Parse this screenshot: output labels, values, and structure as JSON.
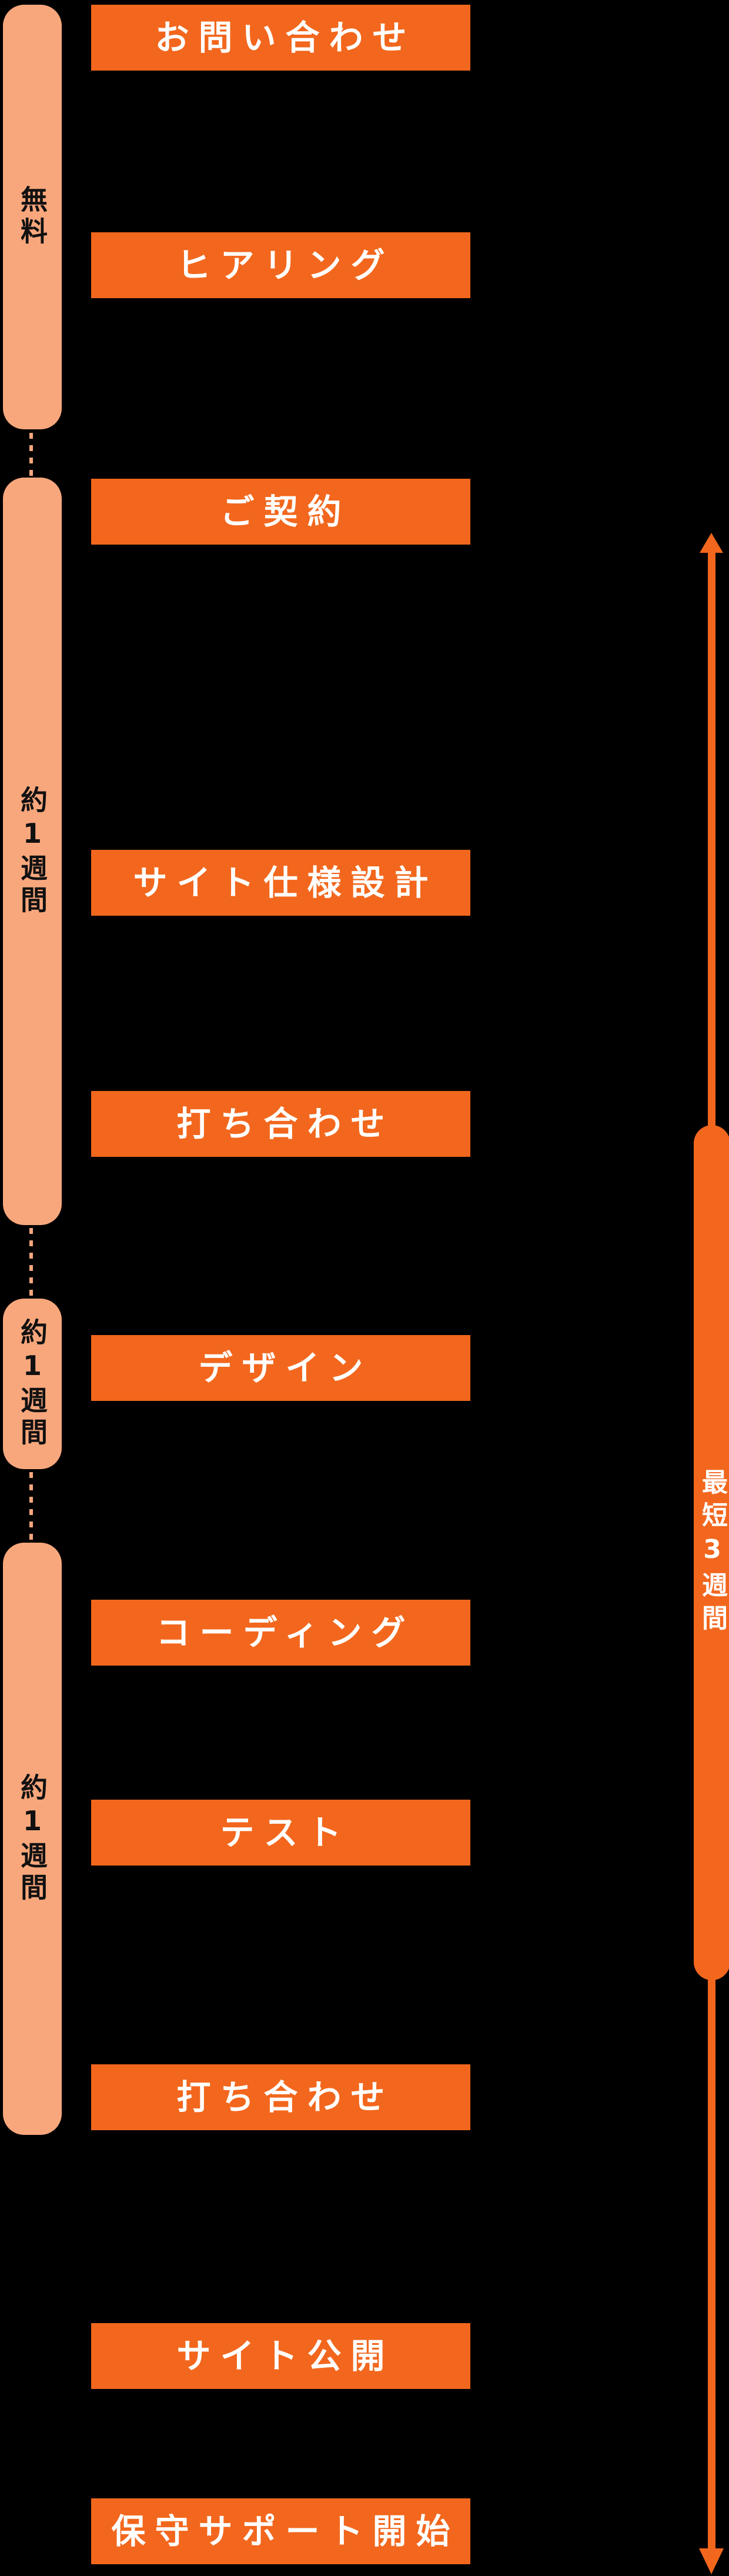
{
  "diagram": {
    "background_color": "#000000",
    "colors": {
      "step_bar": "#F2671D",
      "phase_bar": "#F8A77C",
      "step_text": "#FFFFFF",
      "phase_text": "#111111",
      "arrow": "#F2671D"
    },
    "steps": [
      {
        "label": "お問い合わせ"
      },
      {
        "label": "ヒアリング"
      },
      {
        "label": "ご契約"
      },
      {
        "label": "サイト仕様設計"
      },
      {
        "label": "打ち合わせ"
      },
      {
        "label": "デザイン"
      },
      {
        "label": "コーディング"
      },
      {
        "label": "テスト"
      },
      {
        "label": "打ち合わせ"
      },
      {
        "label": "サイト公開"
      },
      {
        "label": "保守サポート開始"
      }
    ],
    "phases": [
      {
        "label": "無料"
      },
      {
        "label": "約1週間"
      },
      {
        "label": "約1週間"
      },
      {
        "label": "約1週間"
      }
    ],
    "duration_arrow": {
      "label": "最短3週間"
    }
  }
}
